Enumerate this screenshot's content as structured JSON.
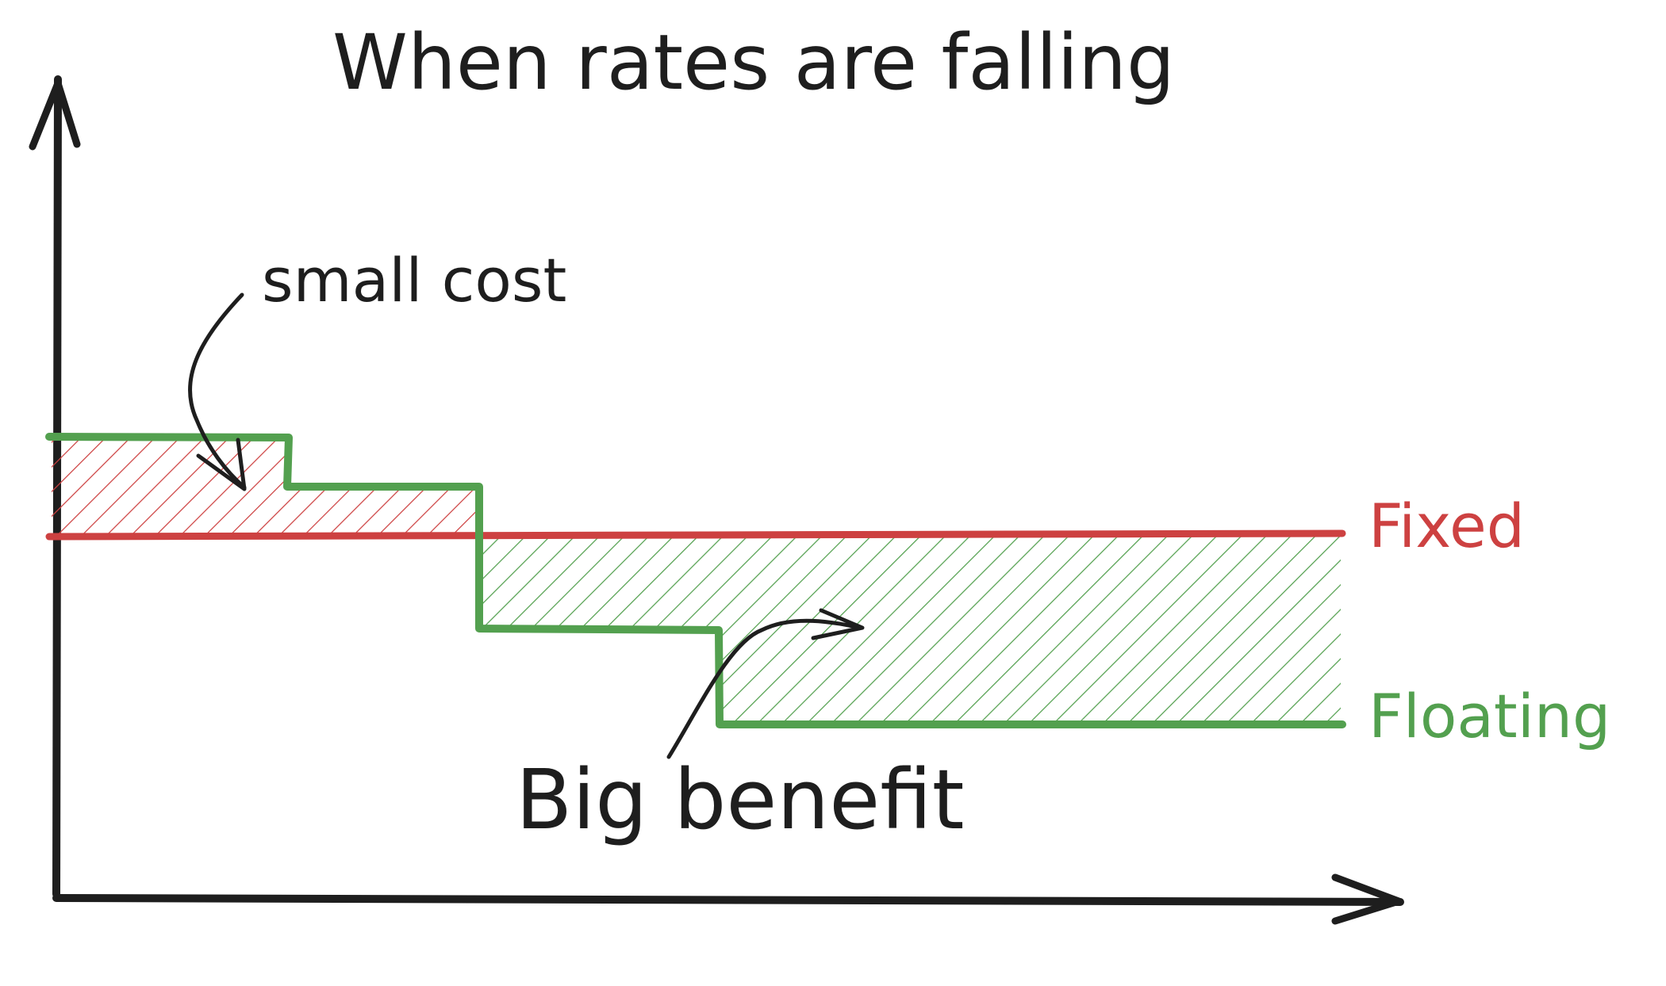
{
  "title": "When rates are falling",
  "annotations": {
    "small_cost": "small cost",
    "big_benefit": "Big benefit"
  },
  "series_labels": {
    "fixed": "Fixed",
    "floating": "Floating"
  },
  "colors": {
    "fixed": "#cd4141",
    "floating": "#53a04f",
    "ink": "#1e1e1e",
    "background": "#ffffff"
  }
}
